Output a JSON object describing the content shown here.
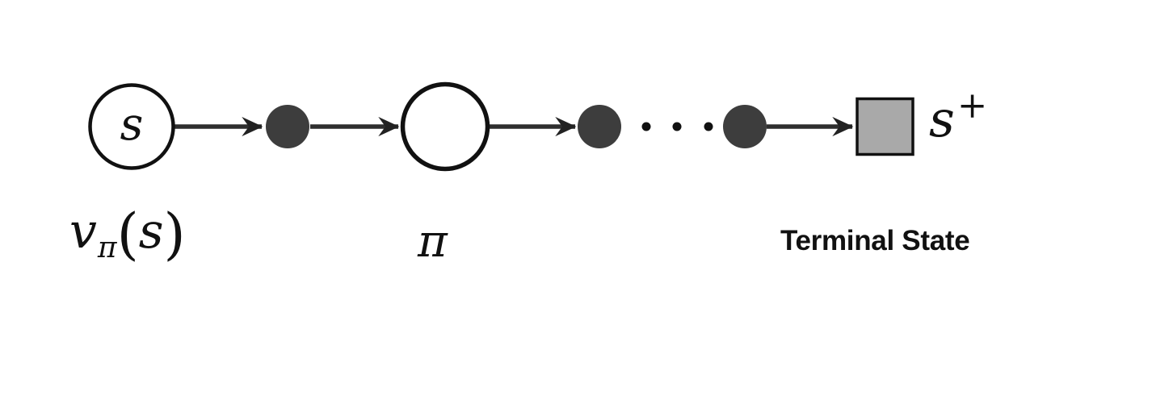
{
  "diagram": {
    "type": "mdp-episode-backup-diagram",
    "nodes": [
      {
        "kind": "state-circle",
        "label": "s"
      },
      {
        "kind": "action-dot",
        "label": ""
      },
      {
        "kind": "state-circle",
        "label": ""
      },
      {
        "kind": "action-dot",
        "label": ""
      },
      {
        "kind": "ellipsis",
        "label": ""
      },
      {
        "kind": "action-dot",
        "label": ""
      },
      {
        "kind": "terminal-square",
        "label": ""
      }
    ],
    "labels": {
      "state": "s",
      "value_fn": {
        "base": "v",
        "sub": "π",
        "open": "(",
        "arg": "s",
        "close": ")"
      },
      "policy": "π",
      "terminal_caption": "Terminal State",
      "terminal_symbol": {
        "base": "s",
        "sup": "+"
      }
    },
    "colors": {
      "background": "#ffffff",
      "node_stroke": "#111111",
      "state_fill": "#ffffff",
      "action_node_fill": "#3d3d3d",
      "terminal_fill": "#a9a9a9",
      "arrow": "#2e2e2e",
      "text": "#111111"
    }
  }
}
